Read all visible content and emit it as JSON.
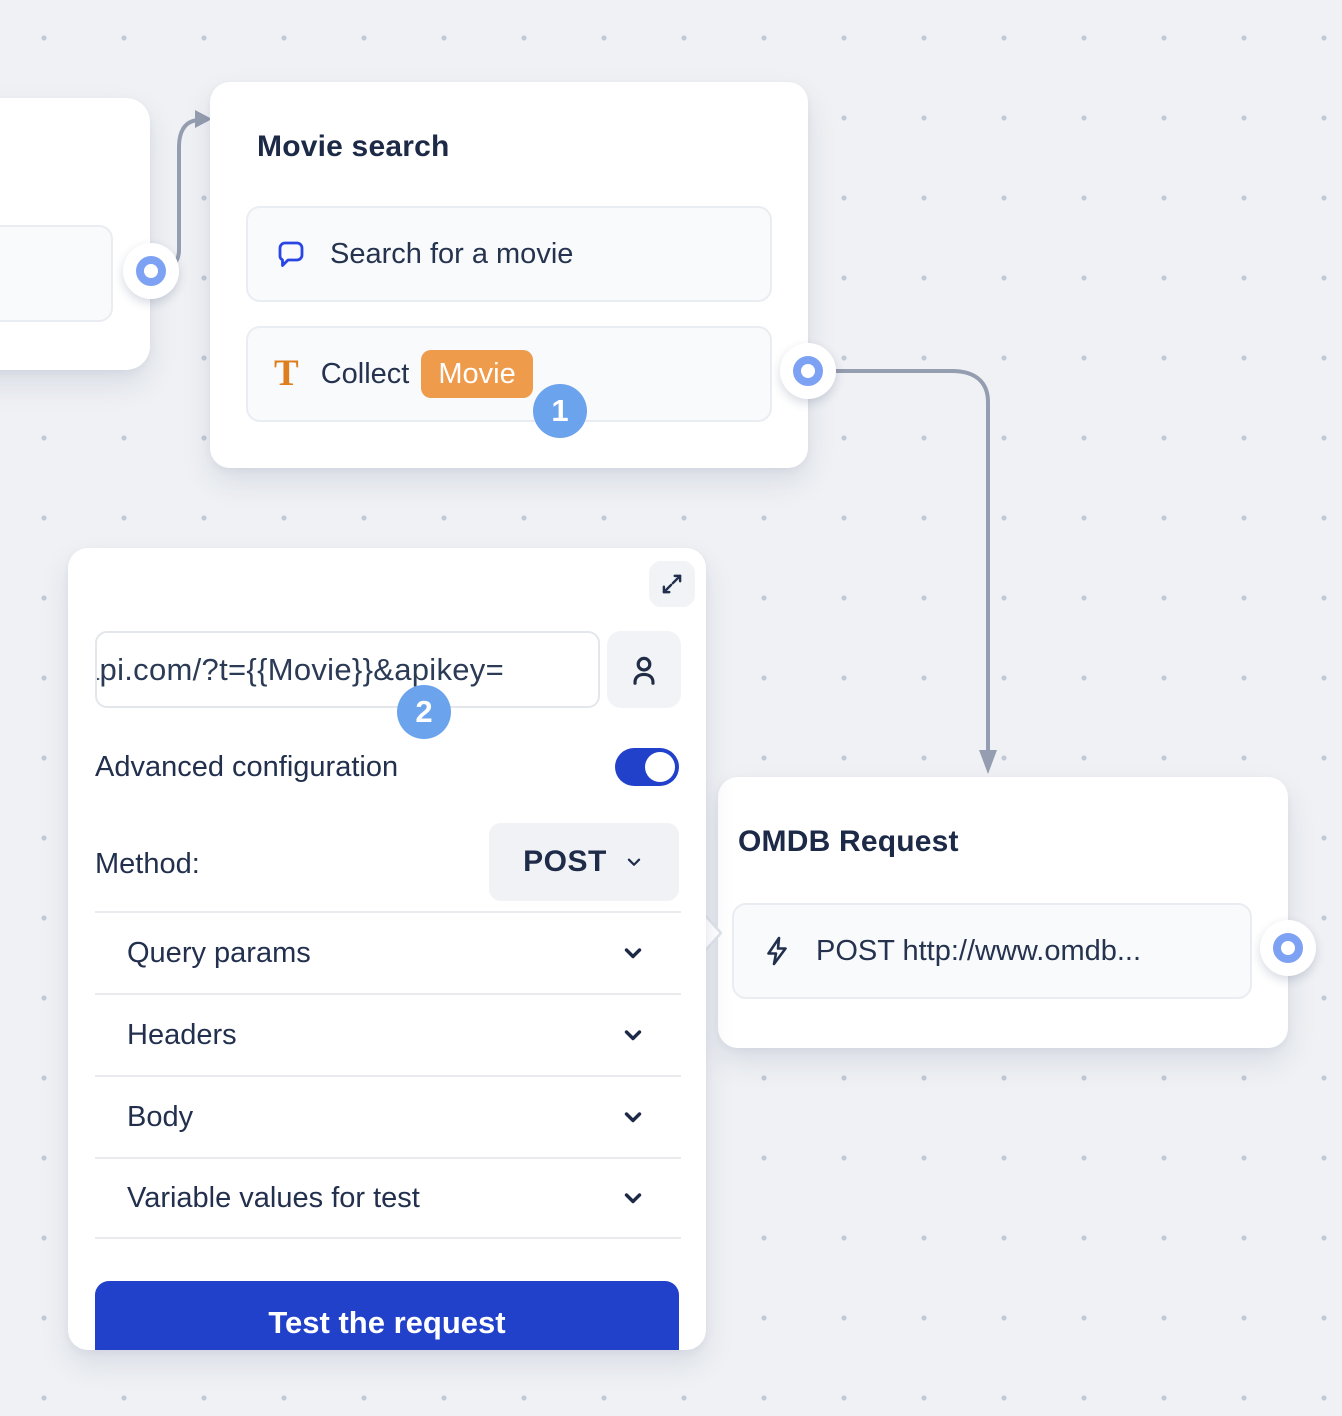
{
  "colors": {
    "accent_blue": "#2141CB",
    "step_badge_blue": "#6BA3EC",
    "port_blue": "#7DA2F3",
    "variable_orange": "#EE9B4B",
    "text_icon_orange": "#DD7F1F",
    "chat_icon_blue": "#2946E4",
    "connector_gray": "#959DB0",
    "canvas_bg": "#EFF1F4",
    "dot_color": "#C2C9D8"
  },
  "nodes": {
    "movie_search": {
      "title": "Movie search",
      "message_row": {
        "label": "Search for a movie"
      },
      "collect_row": {
        "label": "Collect",
        "variable": "Movie"
      },
      "step_badge": "1"
    },
    "omdb_request": {
      "title": "OMDB Request",
      "request_row": {
        "label": "POST http://www.omdb..."
      }
    }
  },
  "panel": {
    "url_input_value": "api.com/?t={{Movie}}&apikey=",
    "step_badge": "2",
    "advanced_label": "Advanced configuration",
    "method_label": "Method:",
    "method_value": "POST",
    "sections": [
      "Query params",
      "Headers",
      "Body",
      "Variable values for test"
    ],
    "test_button": "Test the request"
  }
}
